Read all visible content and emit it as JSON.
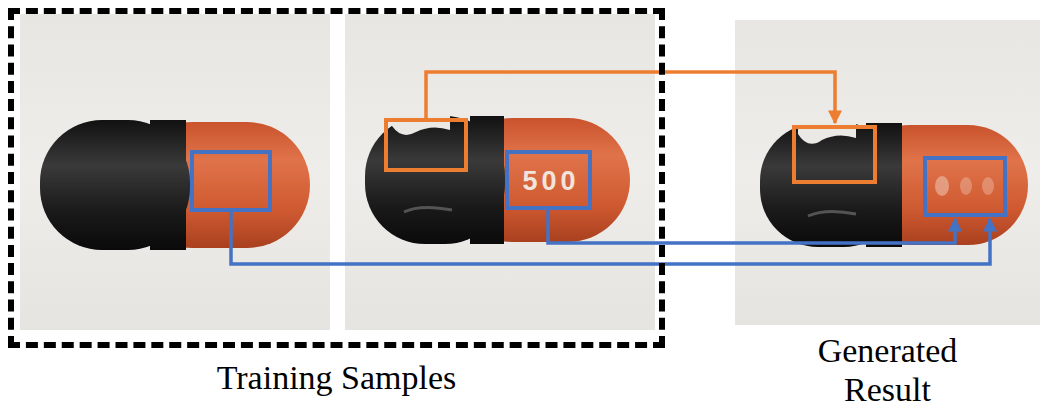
{
  "diagram": {
    "nodes": [
      {
        "text": [
          "Training Samples"
        ]
      },
      {
        "text": [
          "Generated Result"
        ]
      }
    ],
    "labels": [
      "500"
    ]
  }
}
